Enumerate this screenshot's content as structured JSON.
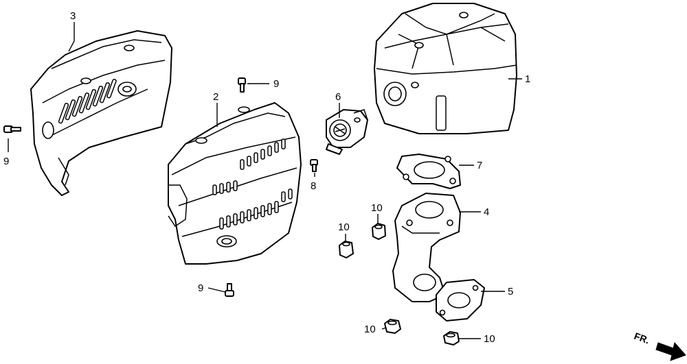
{
  "callouts": [
    {
      "id": "c3",
      "text": "3"
    },
    {
      "id": "c2",
      "text": "2"
    },
    {
      "id": "c9a",
      "text": "9"
    },
    {
      "id": "c9b",
      "text": "9"
    },
    {
      "id": "c9c",
      "text": "9"
    },
    {
      "id": "c6",
      "text": "6"
    },
    {
      "id": "c8",
      "text": "8"
    },
    {
      "id": "c1",
      "text": "1"
    },
    {
      "id": "c7",
      "text": "7"
    },
    {
      "id": "c4",
      "text": "4"
    },
    {
      "id": "c5",
      "text": "5"
    },
    {
      "id": "c10a",
      "text": "10"
    },
    {
      "id": "c10b",
      "text": "10"
    },
    {
      "id": "c10c",
      "text": "10"
    },
    {
      "id": "c10d",
      "text": "10"
    }
  ],
  "direction": {
    "label": "FR.",
    "icon": "front-arrow-icon"
  }
}
